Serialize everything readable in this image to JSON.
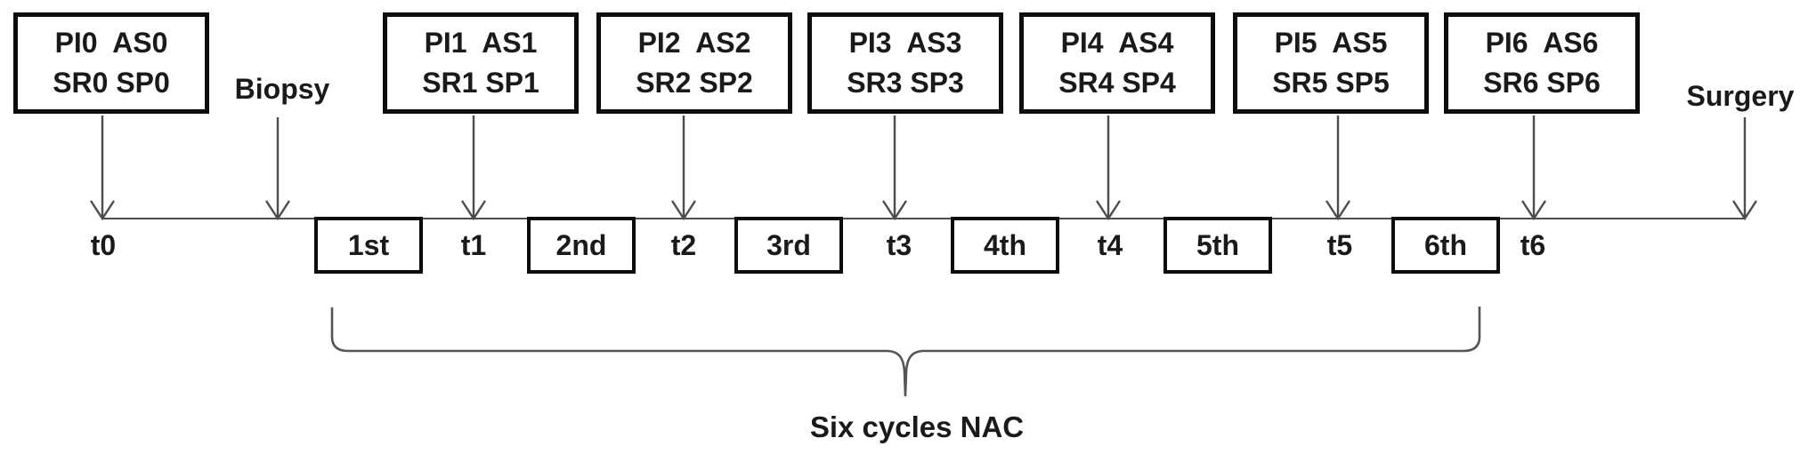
{
  "figure": {
    "assessment_boxes": [
      {
        "line1": "PI0  AS0",
        "line2": "SR0 SP0"
      },
      {
        "line1": "PI1  AS1",
        "line2": "SR1 SP1"
      },
      {
        "line1": "PI2  AS2",
        "line2": "SR2 SP2"
      },
      {
        "line1": "PI3  AS3",
        "line2": "SR3 SP3"
      },
      {
        "line1": "PI4  AS4",
        "line2": "SR4 SP4"
      },
      {
        "line1": "PI5  AS5",
        "line2": "SR5 SP5"
      },
      {
        "line1": "PI6  AS6",
        "line2": "SR6 SP6"
      }
    ],
    "event_labels": {
      "biopsy": "Biopsy",
      "surgery": "Surgery"
    },
    "timepoints": [
      {
        "label": "t0"
      },
      {
        "label": "t1"
      },
      {
        "label": "t2"
      },
      {
        "label": "t3"
      },
      {
        "label": "t4"
      },
      {
        "label": "t5"
      },
      {
        "label": "t6"
      }
    ],
    "cycle_boxes": [
      {
        "label": "1st"
      },
      {
        "label": "2nd"
      },
      {
        "label": "3rd"
      },
      {
        "label": "4th"
      },
      {
        "label": "5th"
      },
      {
        "label": "6th"
      }
    ],
    "brace_label": "Six cycles NAC",
    "colors": {
      "ink": "#1a1a1a",
      "box_border": "#0d0d0d",
      "line": "#4d4d4d"
    }
  }
}
